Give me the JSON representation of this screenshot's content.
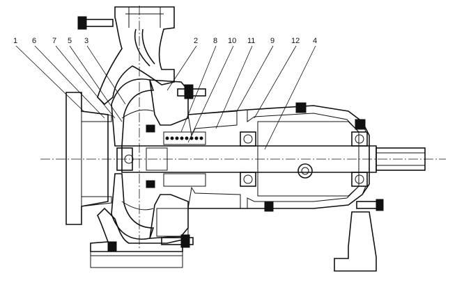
{
  "diagram": {
    "callouts": [
      {
        "id": "c1",
        "label": "1"
      },
      {
        "id": "c6",
        "label": "6"
      },
      {
        "id": "c7",
        "label": "7"
      },
      {
        "id": "c5",
        "label": "5"
      },
      {
        "id": "c3",
        "label": "3"
      },
      {
        "id": "c2",
        "label": "2"
      },
      {
        "id": "c8",
        "label": "8"
      },
      {
        "id": "c10",
        "label": "10"
      },
      {
        "id": "c11",
        "label": "11"
      },
      {
        "id": "c9",
        "label": "9"
      },
      {
        "id": "c12",
        "label": "12"
      },
      {
        "id": "c4",
        "label": "4"
      }
    ],
    "colors": {
      "ink": "#111111",
      "paper": "#ffffff"
    }
  }
}
